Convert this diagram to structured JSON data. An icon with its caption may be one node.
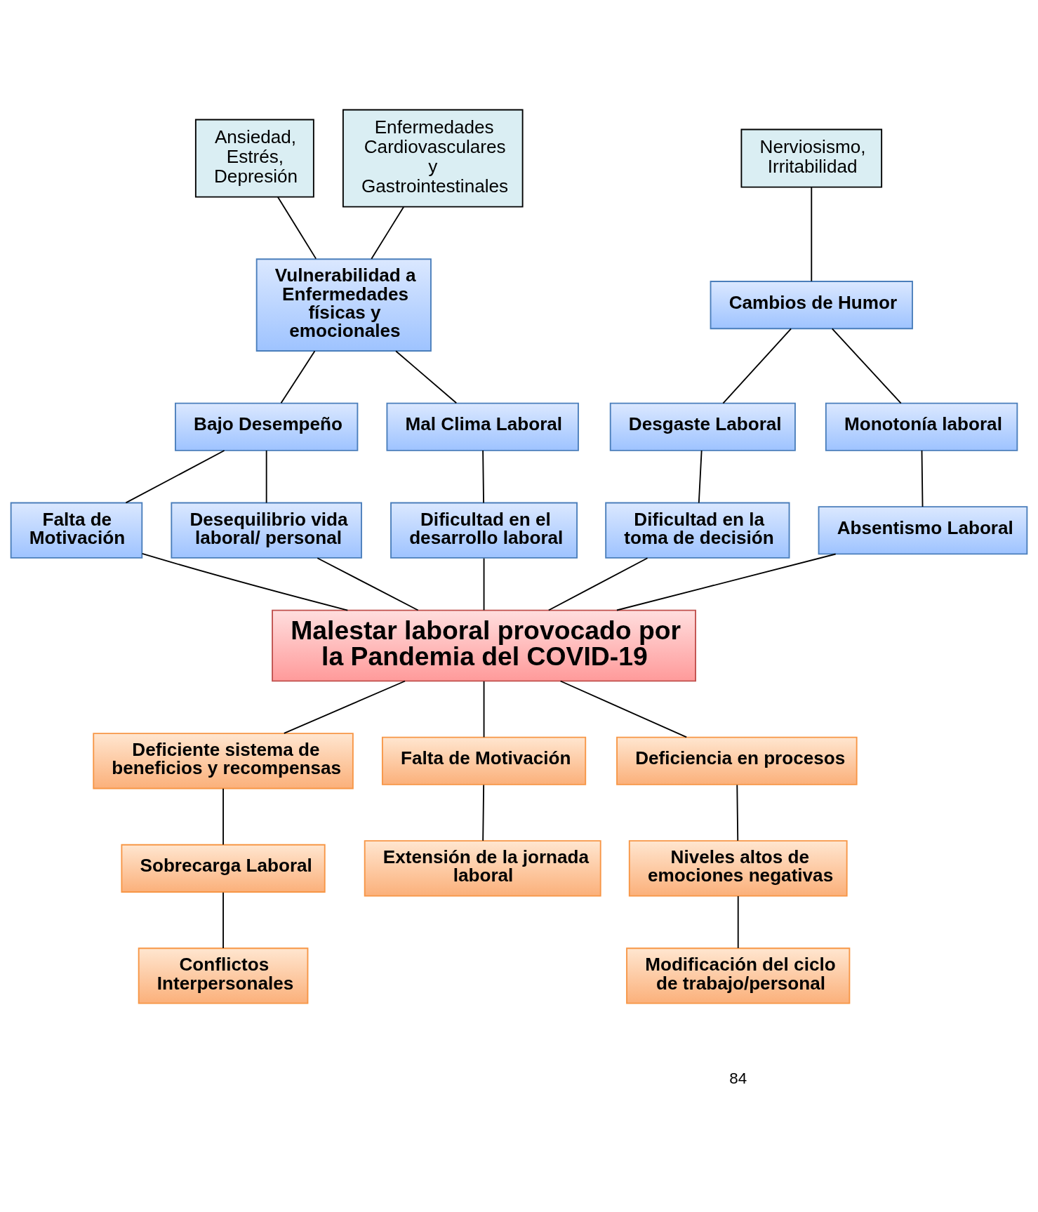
{
  "diagram": {
    "nodes": [
      {
        "text": [
          "Ansiedad, Estrés, Depresión"
        ]
      },
      {
        "text": [
          "Enfermedades Cardiovasculares y Gastrointestinales"
        ]
      },
      {
        "text": [
          "Nerviosismo, Irritabilidad"
        ]
      },
      {
        "text": [
          "Vulnerabilidad a Enfermedades físicas y emocionales"
        ]
      },
      {
        "text": [
          "Cambios de Humor"
        ]
      },
      {
        "text": [
          "Bajo Desempeño"
        ]
      },
      {
        "text": [
          "Mal Clima Laboral"
        ]
      },
      {
        "text": [
          "Desgaste Laboral"
        ]
      },
      {
        "text": [
          "Monotonía laboral"
        ]
      },
      {
        "text": [
          "Falta de Motivación"
        ]
      },
      {
        "text": [
          "Desequilibrio vida laboral/ personal"
        ]
      },
      {
        "text": [
          "Dificultad en el desarrollo laboral"
        ]
      },
      {
        "text": [
          "Dificultad en la toma de decisión"
        ]
      },
      {
        "text": [
          "Absentismo Laboral"
        ]
      },
      {
        "text": [
          "Malestar laboral provocado por la Pandemia del COVID-19"
        ]
      },
      {
        "text": [
          "Deficiente sistema de beneficios y recompensas"
        ]
      },
      {
        "text": [
          "Falta de Motivación"
        ]
      },
      {
        "text": [
          "Deficiencia en procesos"
        ]
      },
      {
        "text": [
          "Sobrecarga Laboral"
        ]
      },
      {
        "text": [
          "Extensión de la jornada laboral"
        ]
      },
      {
        "text": [
          "Niveles altos de emociones negativas"
        ]
      },
      {
        "text": [
          "Conflictos Interpersonales"
        ]
      },
      {
        "text": [
          "Modificación del ciclo de trabajo/personal"
        ]
      }
    ],
    "edges": [
      {
        "from": 0,
        "to": 3,
        "arrow": "none"
      },
      {
        "from": 1,
        "to": 3,
        "arrow": "none"
      },
      {
        "from": 2,
        "to": 4,
        "arrow": "none"
      },
      {
        "from": 3,
        "to": 5,
        "arrow": "none"
      },
      {
        "from": 3,
        "to": 6,
        "arrow": "none"
      },
      {
        "from": 4,
        "to": 7,
        "arrow": "none"
      },
      {
        "from": 4,
        "to": 8,
        "arrow": "none"
      },
      {
        "from": 5,
        "to": 9,
        "arrow": "none"
      },
      {
        "from": 5,
        "to": 10,
        "arrow": "none"
      },
      {
        "from": 6,
        "to": 11,
        "arrow": "none"
      },
      {
        "from": 7,
        "to": 12,
        "arrow": "none"
      },
      {
        "from": 8,
        "to": 13,
        "arrow": "none"
      },
      {
        "from": 9,
        "to": 14,
        "arrow": "none"
      },
      {
        "from": 10,
        "to": 14,
        "arrow": "none"
      },
      {
        "from": 11,
        "to": 14,
        "arrow": "none"
      },
      {
        "from": 12,
        "to": 14,
        "arrow": "none"
      },
      {
        "from": 13,
        "to": 14,
        "arrow": "none"
      },
      {
        "from": 14,
        "to": 15,
        "arrow": "none"
      },
      {
        "from": 14,
        "to": 16,
        "arrow": "none"
      },
      {
        "from": 14,
        "to": 17,
        "arrow": "none"
      },
      {
        "from": 15,
        "to": 18,
        "arrow": "none"
      },
      {
        "from": 16,
        "to": 19,
        "arrow": "none"
      },
      {
        "from": 17,
        "to": 20,
        "arrow": "none"
      },
      {
        "from": 18,
        "to": 21,
        "arrow": "none"
      },
      {
        "from": 20,
        "to": 22,
        "arrow": "none"
      }
    ],
    "labels": [
      "84"
    ]
  }
}
